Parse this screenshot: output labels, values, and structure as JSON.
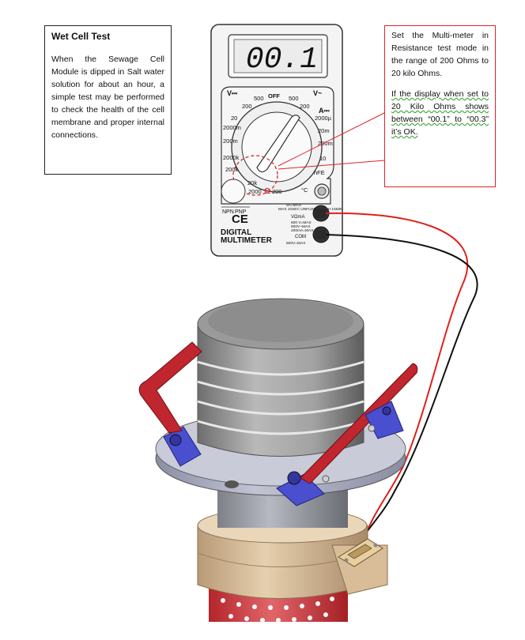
{
  "info_box": {
    "title": "Wet Cell Test",
    "body": "When the Sewage Cell Module is dipped in Salt water solution for about an hour, a simple test may be performed to check the health of the cell membrane and proper internal connections."
  },
  "instruction_box": {
    "para1": "Set the Multi-meter in Resistance test mode in the range of 200 Ohms to 20 kilo Ohms.",
    "para2": "If the display when set to 20 Kilo Ohms shows between “00.1” to “00.3” it’s OK."
  },
  "multimeter": {
    "display": "00.1",
    "brand_line1": "DIGITAL",
    "brand_line2": "MULTIMETER",
    "ce_mark": "CE",
    "dial": {
      "off": "OFF",
      "dcv": "V⎓",
      "acv": "V~",
      "dca": "A⎓",
      "v500a": "500",
      "v200a": "200",
      "v20": "20",
      "v2000m": "2000m",
      "v200m": "200m",
      "v500b": "500",
      "v200b": "200",
      "a2000u": "2000µ",
      "a20m": "20m",
      "a200m": "200m",
      "a10": "10",
      "hfe": "hFE",
      "ohm2000k": "2000k",
      "ohm200k": "200k",
      "ohm20k": "20k",
      "ohm2000": "2000",
      "ohm_symbol": "Ω",
      "ohm200": "200",
      "temp": "°C",
      "npn": "NPN",
      "pnp": "PNP"
    },
    "jacks": {
      "amax": "5A=MAX",
      "unfused": "MAX 10SEC UNFUSED EACH 15MIN",
      "vohm": "VΩmA",
      "vmax": "600 V=MAX",
      "vmax2": "500V~MAX",
      "fused": "200mA=MAX FUSED",
      "com": "COM",
      "com_max": "500V=MAX"
    }
  },
  "colors": {
    "annotation_red": "#d9262b",
    "probe_red": "#e0201c",
    "probe_black": "#111111",
    "handle_red": "#c0262e",
    "clamp_blue": "#4a4fd0",
    "body_tan": "#d9bf9f"
  }
}
